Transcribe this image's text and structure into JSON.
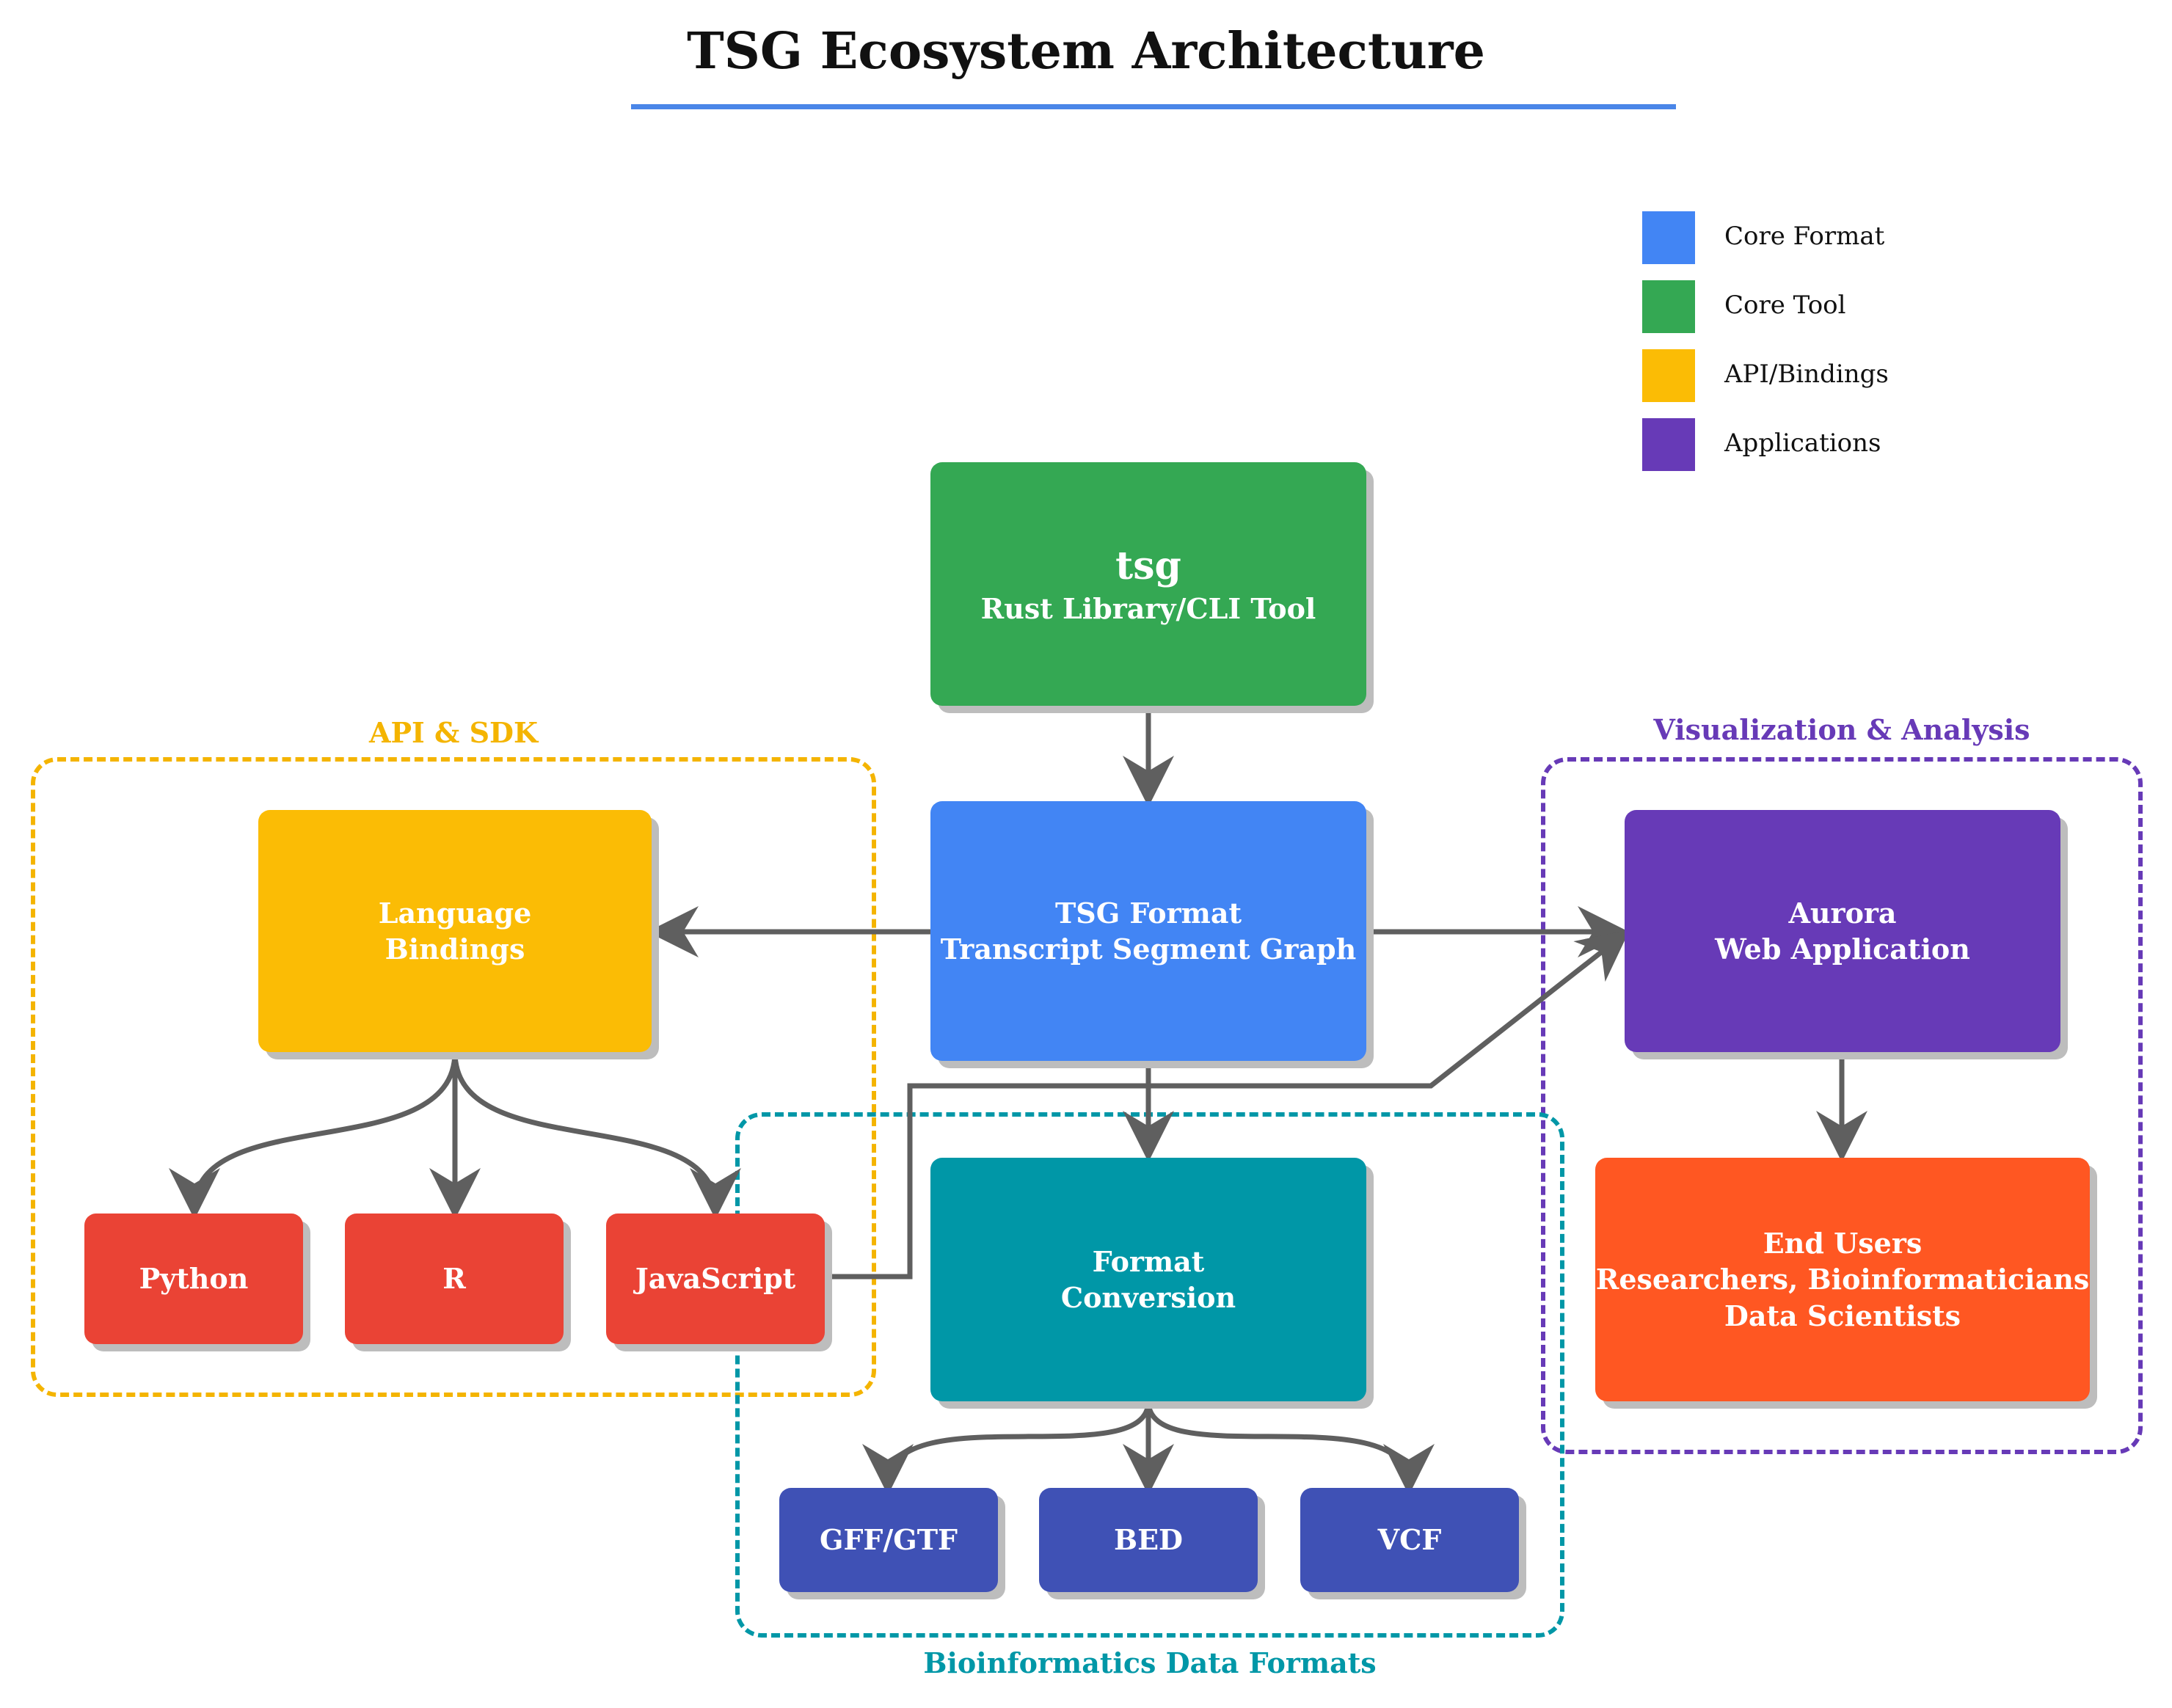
{
  "title": "TSG Ecosystem Architecture",
  "legend": [
    {
      "label": "Core Format",
      "color": "#4285f4"
    },
    {
      "label": "Core Tool",
      "color": "#34a853"
    },
    {
      "label": "API/Bindings",
      "color": "#fbbc05"
    },
    {
      "label": "Applications",
      "color": "#673ab7"
    }
  ],
  "groups": {
    "api": {
      "label": "API & SDK",
      "color": "#f4b400"
    },
    "visualization": {
      "label": "Visualization & Analysis",
      "color": "#673ab7"
    },
    "formats": {
      "label": "Bioinformatics Data Formats",
      "color": "#0097a7"
    }
  },
  "nodes": {
    "tsg": {
      "line1": "tsg",
      "line2": "Rust Library/CLI Tool",
      "color": "#34a853"
    },
    "format": {
      "line1": "TSG Format",
      "line2": "Transcript Segment Graph",
      "color": "#4285f4"
    },
    "bindings": {
      "line1": "Language",
      "line2": "Bindings",
      "color": "#fbbc05"
    },
    "python": {
      "line1": "Python",
      "color": "#ea4335"
    },
    "r": {
      "line1": "R",
      "color": "#ea4335"
    },
    "javascript": {
      "line1": "JavaScript",
      "color": "#ea4335"
    },
    "conversion": {
      "line1": "Format",
      "line2": "Conversion",
      "color": "#0097a7"
    },
    "gff": {
      "line1": "GFF/GTF",
      "color": "#3f51b5"
    },
    "bed": {
      "line1": "BED",
      "color": "#3f51b5"
    },
    "vcf": {
      "line1": "VCF",
      "color": "#3f51b5"
    },
    "aurora": {
      "line1": "Aurora",
      "line2": "Web Application",
      "color": "#673ab7"
    },
    "users": {
      "line1": "End Users",
      "line2": "Researchers, Bioinformaticians",
      "line3": "Data Scientists",
      "color": "#ff5722"
    }
  },
  "arrow_color": "#5f5f5f"
}
